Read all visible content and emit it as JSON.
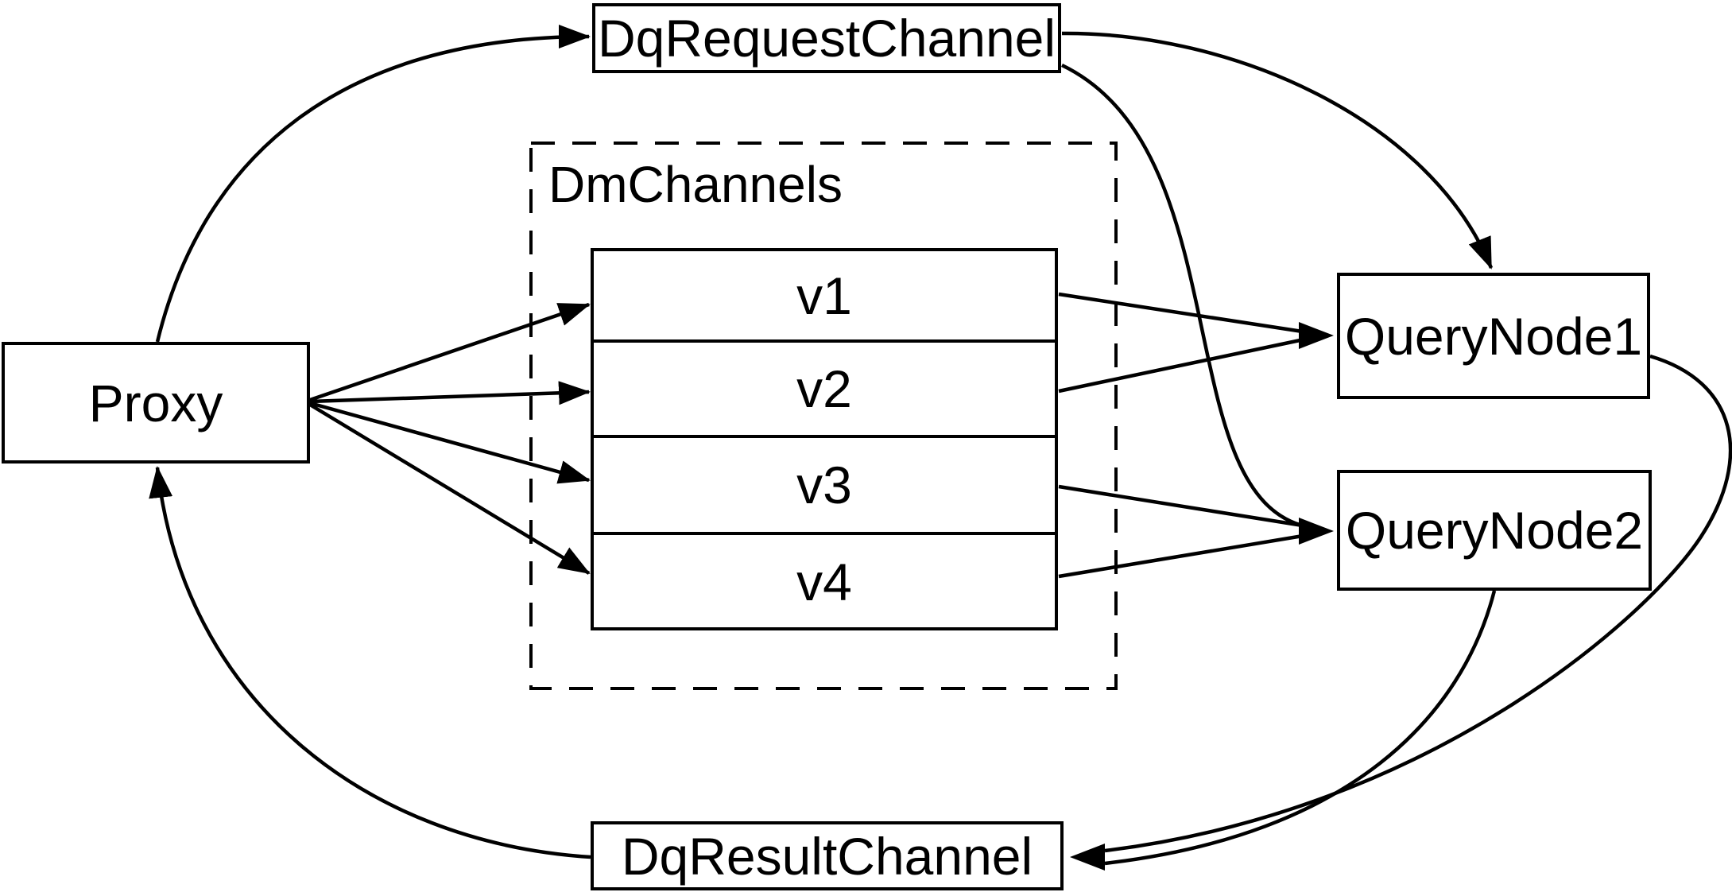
{
  "diagram": {
    "type": "architecture-flow",
    "background_color": "#ffffff",
    "stroke_color": "#000000",
    "nodes": {
      "proxy": {
        "label": "Proxy"
      },
      "dq_request_channel": {
        "label": "DqRequestChannel"
      },
      "dm_channels": {
        "label": "DmChannels",
        "rows": [
          {
            "label": "v1"
          },
          {
            "label": "v2"
          },
          {
            "label": "v3"
          },
          {
            "label": "v4"
          }
        ]
      },
      "query_node_1": {
        "label": "QueryNode1"
      },
      "query_node_2": {
        "label": "QueryNode2"
      },
      "dq_result_channel": {
        "label": "DqResultChannel"
      }
    },
    "edges": [
      {
        "from": "Proxy",
        "to": "DqRequestChannel"
      },
      {
        "from": "DqRequestChannel",
        "to": "QueryNode1"
      },
      {
        "from": "DqRequestChannel",
        "to": "QueryNode2"
      },
      {
        "from": "Proxy",
        "to": "v1"
      },
      {
        "from": "Proxy",
        "to": "v2"
      },
      {
        "from": "Proxy",
        "to": "v3"
      },
      {
        "from": "Proxy",
        "to": "v4"
      },
      {
        "from": "v1",
        "to": "QueryNode1"
      },
      {
        "from": "v2",
        "to": "QueryNode1"
      },
      {
        "from": "v3",
        "to": "QueryNode2"
      },
      {
        "from": "v4",
        "to": "QueryNode2"
      },
      {
        "from": "QueryNode1",
        "to": "DqResultChannel"
      },
      {
        "from": "QueryNode2",
        "to": "DqResultChannel"
      },
      {
        "from": "DqResultChannel",
        "to": "Proxy"
      }
    ]
  }
}
